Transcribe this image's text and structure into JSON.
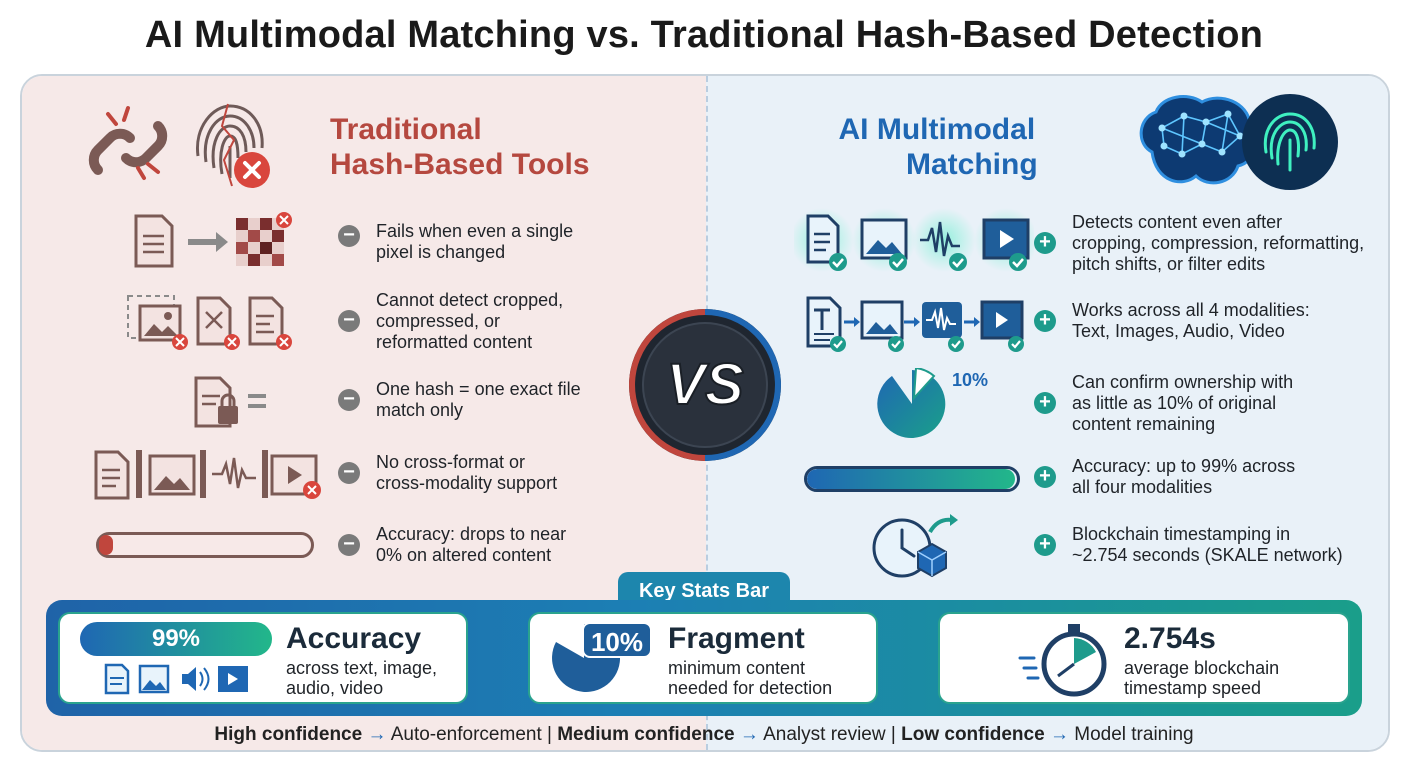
{
  "title": "AI Multimodal Matching vs. Traditional Hash-Based Detection",
  "left": {
    "title_line1": "Traditional",
    "title_line2": "Hash-Based Tools",
    "items": [
      {
        "l1": "Fails when even a single",
        "l2": "pixel is changed",
        "l3": ""
      },
      {
        "l1": "Cannot detect cropped,",
        "l2": "compressed, or",
        "l3": "reformatted content"
      },
      {
        "l1": "One hash = one exact file",
        "l2": "match only",
        "l3": ""
      },
      {
        "l1": "No cross-format or",
        "l2": "cross-modality support",
        "l3": ""
      },
      {
        "l1": "Accuracy: drops to near",
        "l2": "0% on altered content",
        "l3": ""
      }
    ]
  },
  "right": {
    "title_line1": "AI Multimodal",
    "title_line2": "Matching",
    "pie_label": "10%",
    "items": [
      {
        "l1": "Detects content even after",
        "l2": "cropping, compression, reformatting,",
        "l3": "pitch shifts, or filter edits"
      },
      {
        "l1": "Works across all 4 modalities:",
        "l2": "Text, Images, Audio, Video",
        "l3": ""
      },
      {
        "l1": "Can confirm ownership with",
        "l2": "as little as 10% of original",
        "l3": "content remaining"
      },
      {
        "l1": "Accuracy: up to 99% across",
        "l2": "all four modalities",
        "l3": ""
      },
      {
        "l1": "Blockchain timestamping in",
        "l2": "~2.754 seconds (SKALE network)",
        "l3": ""
      }
    ]
  },
  "vs_label": "VS",
  "stats": {
    "tab": "Key Stats Bar",
    "cards": [
      {
        "badge": "99%",
        "head": "Accuracy",
        "sub1": "across text, image,",
        "sub2": "audio, video"
      },
      {
        "badge": "10%",
        "head": "Fragment",
        "sub1": "minimum content",
        "sub2": "needed for detection"
      },
      {
        "badge": "",
        "head": "2.754s",
        "sub1": "average blockchain",
        "sub2": "timestamp speed"
      }
    ]
  },
  "footer": {
    "high": "High confidence",
    "high_action": "Auto-enforcement",
    "medium": "Medium confidence",
    "medium_action": "Analyst review",
    "low": "Low confidence",
    "low_action": "Model training",
    "arrow": "→",
    "sep": "|"
  },
  "colors": {
    "left_accent": "#b5483f",
    "right_accent": "#1f67b3",
    "teal": "#1e9b8c"
  }
}
